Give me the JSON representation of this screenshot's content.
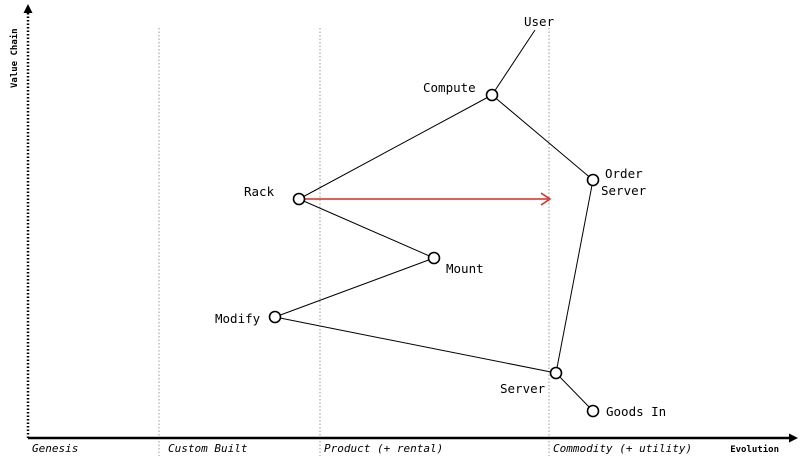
{
  "axes": {
    "y_label": "Value Chain",
    "x_label": "Evolution"
  },
  "stages": [
    "Genesis",
    "Custom Built",
    "Product (+ rental)",
    "Commodity (+ utility)"
  ],
  "colors": {
    "axis": "#000000",
    "stage_divider": "#999999",
    "link": "#000000",
    "movement": "#e0281e"
  },
  "nodes": [
    {
      "id": "user",
      "label": "User"
    },
    {
      "id": "compute",
      "label": "Compute"
    },
    {
      "id": "order_server",
      "label_lines": [
        "Order",
        "Server"
      ]
    },
    {
      "id": "rack",
      "label": "Rack"
    },
    {
      "id": "mount",
      "label": "Mount"
    },
    {
      "id": "modify",
      "label": "Modify"
    },
    {
      "id": "server",
      "label": "Server"
    },
    {
      "id": "goods_in",
      "label": "Goods In"
    }
  ],
  "links": [
    [
      "user",
      "compute"
    ],
    [
      "compute",
      "rack"
    ],
    [
      "compute",
      "order_server"
    ],
    [
      "order_server",
      "server"
    ],
    [
      "rack",
      "mount"
    ],
    [
      "mount",
      "modify"
    ],
    [
      "modify",
      "server"
    ],
    [
      "server",
      "goods_in"
    ]
  ],
  "movements": [
    {
      "from": "rack",
      "to_stage": "Commodity (+ utility)"
    }
  ]
}
